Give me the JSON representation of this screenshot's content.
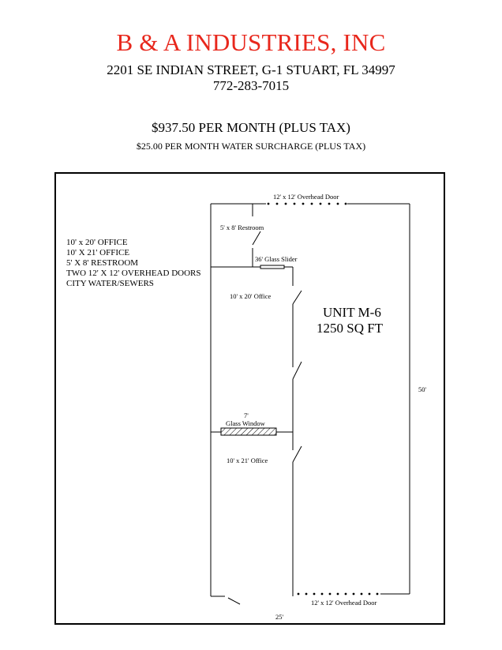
{
  "header": {
    "company": "B & A INDUSTRIES, INC",
    "address": "2201 SE INDIAN STREET, G-1 STUART, FL 34997",
    "phone": "772-283-7015"
  },
  "pricing": {
    "rent": "$937.50 PER MONTH (PLUS TAX)",
    "water": "$25.00 PER MONTH WATER SURCHARGE (PLUS TAX)"
  },
  "features": [
    "10' x 20' OFFICE",
    "10' X 21' OFFICE",
    "5' X 8' RESTROOM",
    "TWO 12' X 12' OVERHEAD DOORS",
    "CITY WATER/SEWERS"
  ],
  "plan": {
    "top_door": "12' x 12' Overhead Door",
    "restroom": "5' x 8' Restroom",
    "slider": "36' Glass Slider",
    "office1": "10' x 20' Office",
    "unit_name": "UNIT M-6",
    "unit_area": "1250 SQ FT",
    "height_dim": "50'",
    "window_size": "7'",
    "window_label": "Glass Window",
    "office2": "10' x 21' Office",
    "bottom_door": "12' x 12' Overhead Door",
    "width_dim": "25'"
  }
}
